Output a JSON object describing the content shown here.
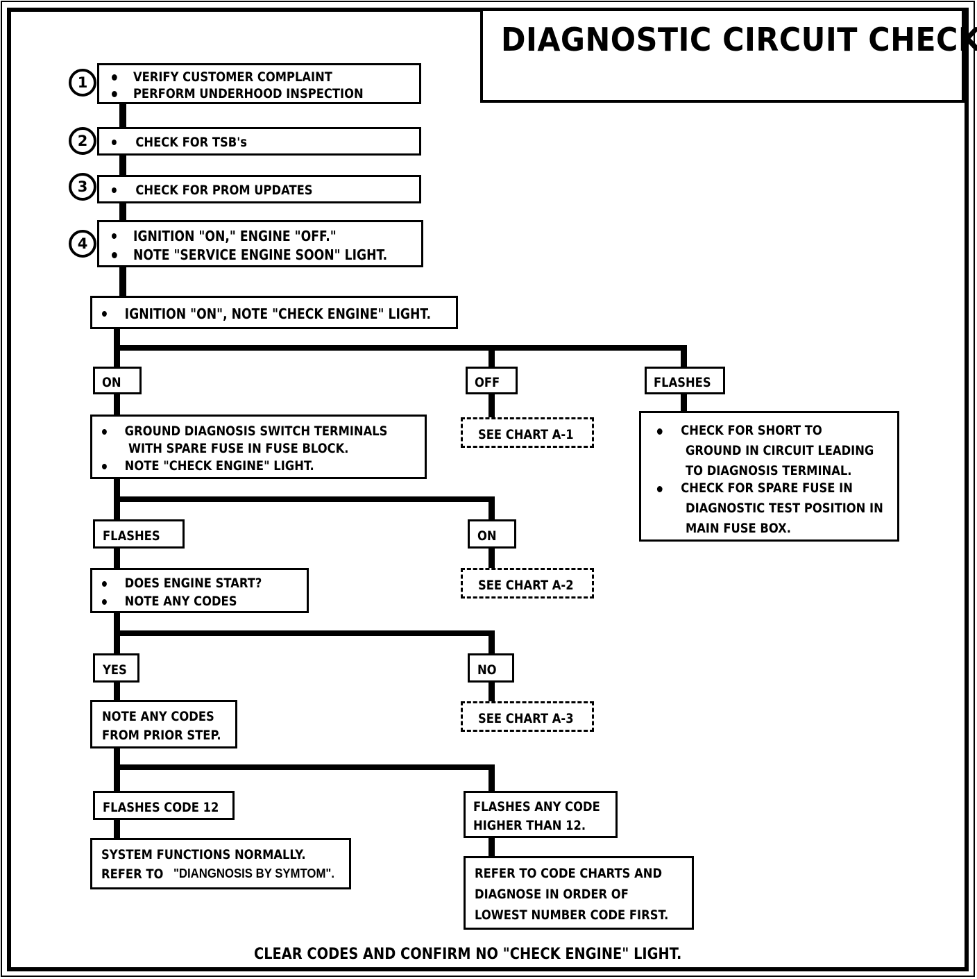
{
  "document": {
    "title": "DIAGNOSTIC CIRCUIT CHECK",
    "footer": "CLEAR CODES AND CONFIRM NO \"CHECK ENGINE\" LIGHT."
  },
  "steps": [
    {
      "number": "1",
      "lines": [
        "VERIFY CUSTOMER COMPLAINT",
        "PERFORM UNDERHOOD INSPECTION"
      ]
    },
    {
      "number": "2",
      "lines": [
        "CHECK FOR TSB's"
      ]
    },
    {
      "number": "3",
      "lines": [
        "CHECK FOR PROM UPDATES"
      ]
    },
    {
      "number": "4",
      "lines": [
        "IGNITION \"ON,\" ENGINE  \"OFF.\"",
        "NOTE \"SERVICE ENGINE SOON\" LIGHT."
      ]
    }
  ],
  "nodes": {
    "ignition_on_note": "IGNITION \"ON\", NOTE \"CHECK ENGINE\" LIGHT.",
    "branch1": {
      "on": "ON",
      "off": "OFF",
      "flashes": "FLASHES"
    },
    "ground_diagnosis": [
      "GROUND DIAGNOSIS SWITCH TERMINALS",
      "WITH SPARE FUSE IN FUSE BLOCK.",
      "NOTE \"CHECK ENGINE\" LIGHT."
    ],
    "see_chart_a1": "SEE CHART A-1",
    "short_to_ground": [
      "CHECK FOR SHORT TO",
      "GROUND IN CIRCUIT LEADING",
      "TO DIAGNOSIS TERMINAL.",
      "CHECK FOR SPARE FUSE IN",
      "DIAGNOSTIC TEST POSITION IN",
      "MAIN FUSE BOX."
    ],
    "branch2": {
      "flashes": "FLASHES",
      "on": "ON"
    },
    "see_chart_a2": "SEE CHART A-2",
    "engine_start": [
      "DOES ENGINE START?",
      "NOTE ANY CODES"
    ],
    "branch3": {
      "yes": "YES",
      "no": "NO"
    },
    "see_chart_a3": "SEE CHART A-3",
    "note_codes_prior": [
      "NOTE ANY CODES",
      "FROM PRIOR STEP."
    ],
    "branch4": {
      "code12": "FLASHES CODE 12",
      "higher": [
        "FLASHES ANY CODE",
        "HIGHER THAN 12."
      ]
    },
    "system_normal": {
      "line1": "SYSTEM FUNCTIONS NORMALLY.",
      "line2_prefix": "REFER TO ",
      "line2_quote": "\"DIANGNOSIS BY SYMTOM\"."
    },
    "refer_code_charts": [
      "REFER TO CODE CHARTS AND",
      "DIAGNOSE IN ORDER OF",
      "LOWEST NUMBER CODE FIRST."
    ]
  },
  "colors": {
    "ink": "#000000",
    "paper": "#ffffff"
  }
}
